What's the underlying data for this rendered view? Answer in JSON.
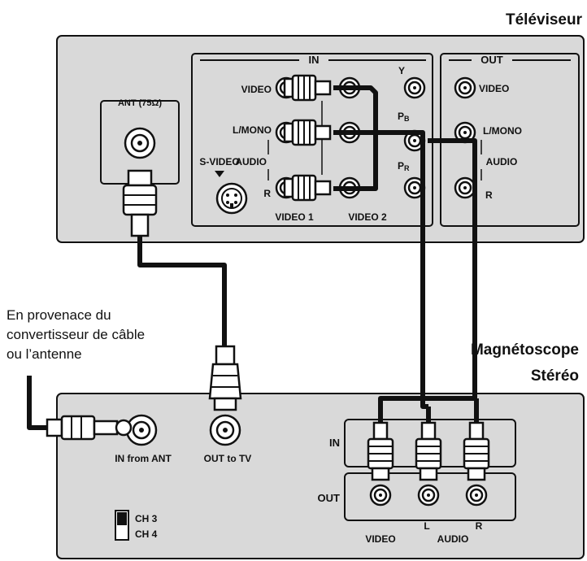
{
  "tv": {
    "title": "Téléviseur",
    "ant_label": "ANT (75Ω)",
    "in_group": "IN",
    "out_group": "OUT",
    "svideo_label": "S-VIDEO",
    "video_label": "VIDEO",
    "lmono_label": "L/MONO",
    "audio_label": "AUDIO",
    "r_label": "R",
    "y_label": "Y",
    "pb_label": "P",
    "pb_sub": "B",
    "pr_label": "P",
    "pr_sub": "R",
    "video1_label": "VIDEO 1",
    "video2_label": "VIDEO 2",
    "out_video_label": "VIDEO",
    "out_lmono_label": "L/MONO",
    "out_audio_label": "AUDIO",
    "out_r_label": "R"
  },
  "source_note": {
    "line1": "En provenace du",
    "line2": "convertisseur de câble",
    "line3": "ou l’antenne"
  },
  "vcr": {
    "title_line1": "Magnétoscope",
    "title_line2": "Stéréo",
    "in_from_ant": "IN from ANT",
    "out_to_tv": "OUT to TV",
    "ch3": "CH 3",
    "ch4": "CH 4",
    "in_label": "IN",
    "out_label": "OUT",
    "video_label": "VIDEO",
    "l_label": "L",
    "audio_label": "AUDIO",
    "r_label": "R"
  }
}
